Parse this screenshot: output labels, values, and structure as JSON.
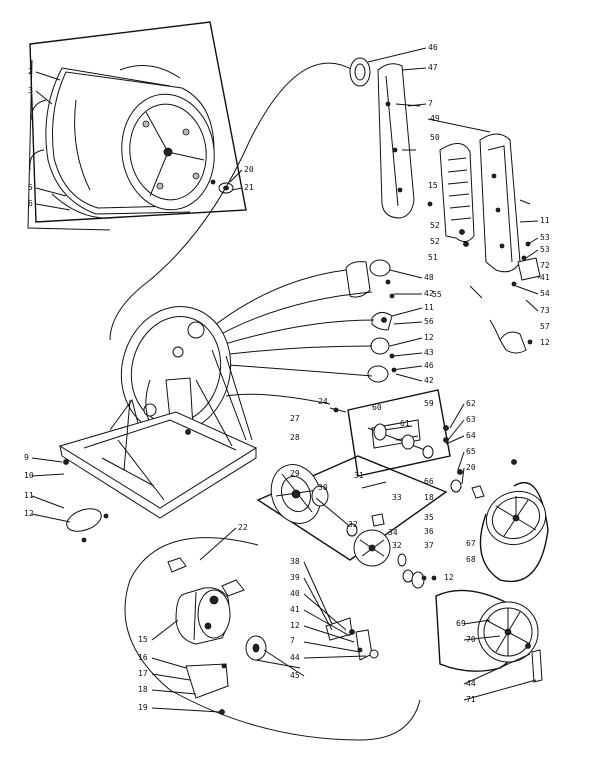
{
  "diagram": {
    "labels": [
      {
        "id": "l2",
        "text": "2"
      },
      {
        "id": "l3",
        "text": "3"
      },
      {
        "id": "l5",
        "text": "5"
      },
      {
        "id": "l6",
        "text": "6"
      },
      {
        "id": "l20a",
        "text": "20"
      },
      {
        "id": "l21",
        "text": "21"
      },
      {
        "id": "l46",
        "text": "46"
      },
      {
        "id": "l47",
        "text": "47"
      },
      {
        "id": "l7a",
        "text": "7"
      },
      {
        "id": "l49",
        "text": "49"
      },
      {
        "id": "l50",
        "text": "50"
      },
      {
        "id": "l15a",
        "text": "15"
      },
      {
        "id": "l11a",
        "text": "11"
      },
      {
        "id": "l52a",
        "text": "52"
      },
      {
        "id": "l53a",
        "text": "53"
      },
      {
        "id": "l51",
        "text": "51"
      },
      {
        "id": "l52b",
        "text": "52"
      },
      {
        "id": "l53b",
        "text": "53"
      },
      {
        "id": "l41",
        "text": "41"
      },
      {
        "id": "l72",
        "text": "72"
      },
      {
        "id": "l54",
        "text": "54"
      },
      {
        "id": "l55",
        "text": "55"
      },
      {
        "id": "l73",
        "text": "73"
      },
      {
        "id": "l57",
        "text": "57"
      },
      {
        "id": "l12a",
        "text": "12"
      },
      {
        "id": "l48",
        "text": "48"
      },
      {
        "id": "l42a",
        "text": "42"
      },
      {
        "id": "l11b",
        "text": "11"
      },
      {
        "id": "l56",
        "text": "56"
      },
      {
        "id": "l12b",
        "text": "12"
      },
      {
        "id": "l43",
        "text": "43"
      },
      {
        "id": "l46b",
        "text": "46"
      },
      {
        "id": "l42b",
        "text": "42"
      },
      {
        "id": "l24",
        "text": "24"
      },
      {
        "id": "l27",
        "text": "27"
      },
      {
        "id": "l28",
        "text": "28"
      },
      {
        "id": "l59",
        "text": "59"
      },
      {
        "id": "l60",
        "text": "60"
      },
      {
        "id": "l61",
        "text": "61"
      },
      {
        "id": "l62",
        "text": "62"
      },
      {
        "id": "l63",
        "text": "63"
      },
      {
        "id": "l64",
        "text": "64"
      },
      {
        "id": "l65",
        "text": "65"
      },
      {
        "id": "l20b",
        "text": "20"
      },
      {
        "id": "l66",
        "text": "66"
      },
      {
        "id": "l18a",
        "text": "18"
      },
      {
        "id": "l29",
        "text": "29"
      },
      {
        "id": "l30",
        "text": "30"
      },
      {
        "id": "l31",
        "text": "31"
      },
      {
        "id": "l33",
        "text": "33"
      },
      {
        "id": "l32a",
        "text": "32"
      },
      {
        "id": "l34",
        "text": "34"
      },
      {
        "id": "l35",
        "text": "35"
      },
      {
        "id": "l36",
        "text": "36"
      },
      {
        "id": "l32b",
        "text": "32"
      },
      {
        "id": "l37",
        "text": "37"
      },
      {
        "id": "l12c",
        "text": "12"
      },
      {
        "id": "l67",
        "text": "67"
      },
      {
        "id": "l68",
        "text": "68"
      },
      {
        "id": "l9",
        "text": "9"
      },
      {
        "id": "l10",
        "text": "10"
      },
      {
        "id": "l11c",
        "text": "11"
      },
      {
        "id": "l12d",
        "text": "12"
      },
      {
        "id": "l22",
        "text": "22"
      },
      {
        "id": "l38",
        "text": "38"
      },
      {
        "id": "l39",
        "text": "39"
      },
      {
        "id": "l40",
        "text": "40"
      },
      {
        "id": "l41b",
        "text": "41"
      },
      {
        "id": "l12e",
        "text": "12"
      },
      {
        "id": "l7b",
        "text": "7"
      },
      {
        "id": "l44a",
        "text": "44"
      },
      {
        "id": "l45",
        "text": "45"
      },
      {
        "id": "l69",
        "text": "69"
      },
      {
        "id": "l70",
        "text": "70"
      },
      {
        "id": "l44b",
        "text": "44"
      },
      {
        "id": "l71",
        "text": "71"
      },
      {
        "id": "l15b",
        "text": "15"
      },
      {
        "id": "l16",
        "text": "16"
      },
      {
        "id": "l17",
        "text": "17"
      },
      {
        "id": "l18b",
        "text": "18"
      },
      {
        "id": "l19",
        "text": "19"
      }
    ]
  }
}
